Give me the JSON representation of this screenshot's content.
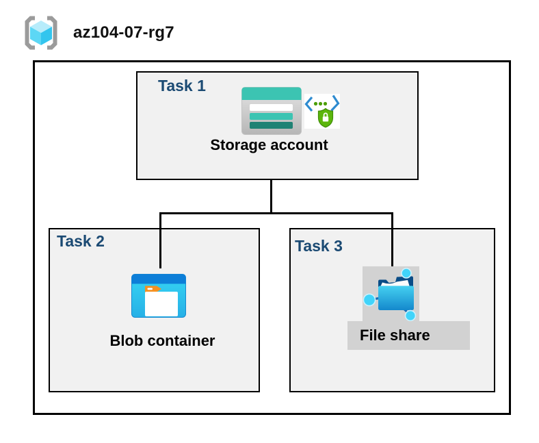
{
  "resource_group": {
    "name": "az104-07-rg7",
    "icon": "resource-group-icon"
  },
  "tasks": [
    {
      "label": "Task 1",
      "item": "Storage account",
      "icons": [
        "storage-account-icon",
        "secure-api-icon"
      ]
    },
    {
      "label": "Task 2",
      "item": "Blob container",
      "icons": [
        "blob-container-icon"
      ]
    },
    {
      "label": "Task 3",
      "item": "File share",
      "icons": [
        "file-share-icon"
      ]
    }
  ],
  "colors": {
    "task_label_blue": "#1b4a73",
    "task_box_fill": "#f1f1f1",
    "outline_black": "#000000",
    "storage_teal": "#3cc4b2",
    "storage_dark_teal": "#1f8274",
    "blob_header_blue": "#0d7ed8",
    "blob_body_cyan": "#33d3f3",
    "folder_tab_orange": "#f59122",
    "file_share_navy": "#0a4c86",
    "file_share_cyan": "#41d4fa",
    "selection_gray": "#d2d2d2",
    "api_bracket_blue": "#2e8bd0",
    "api_dot_green": "#4c9e06",
    "api_shield_green": "#5cb60c",
    "rg_bracket_gray": "#9b9b9b",
    "rg_cube_cyan": "#54d4f4"
  }
}
